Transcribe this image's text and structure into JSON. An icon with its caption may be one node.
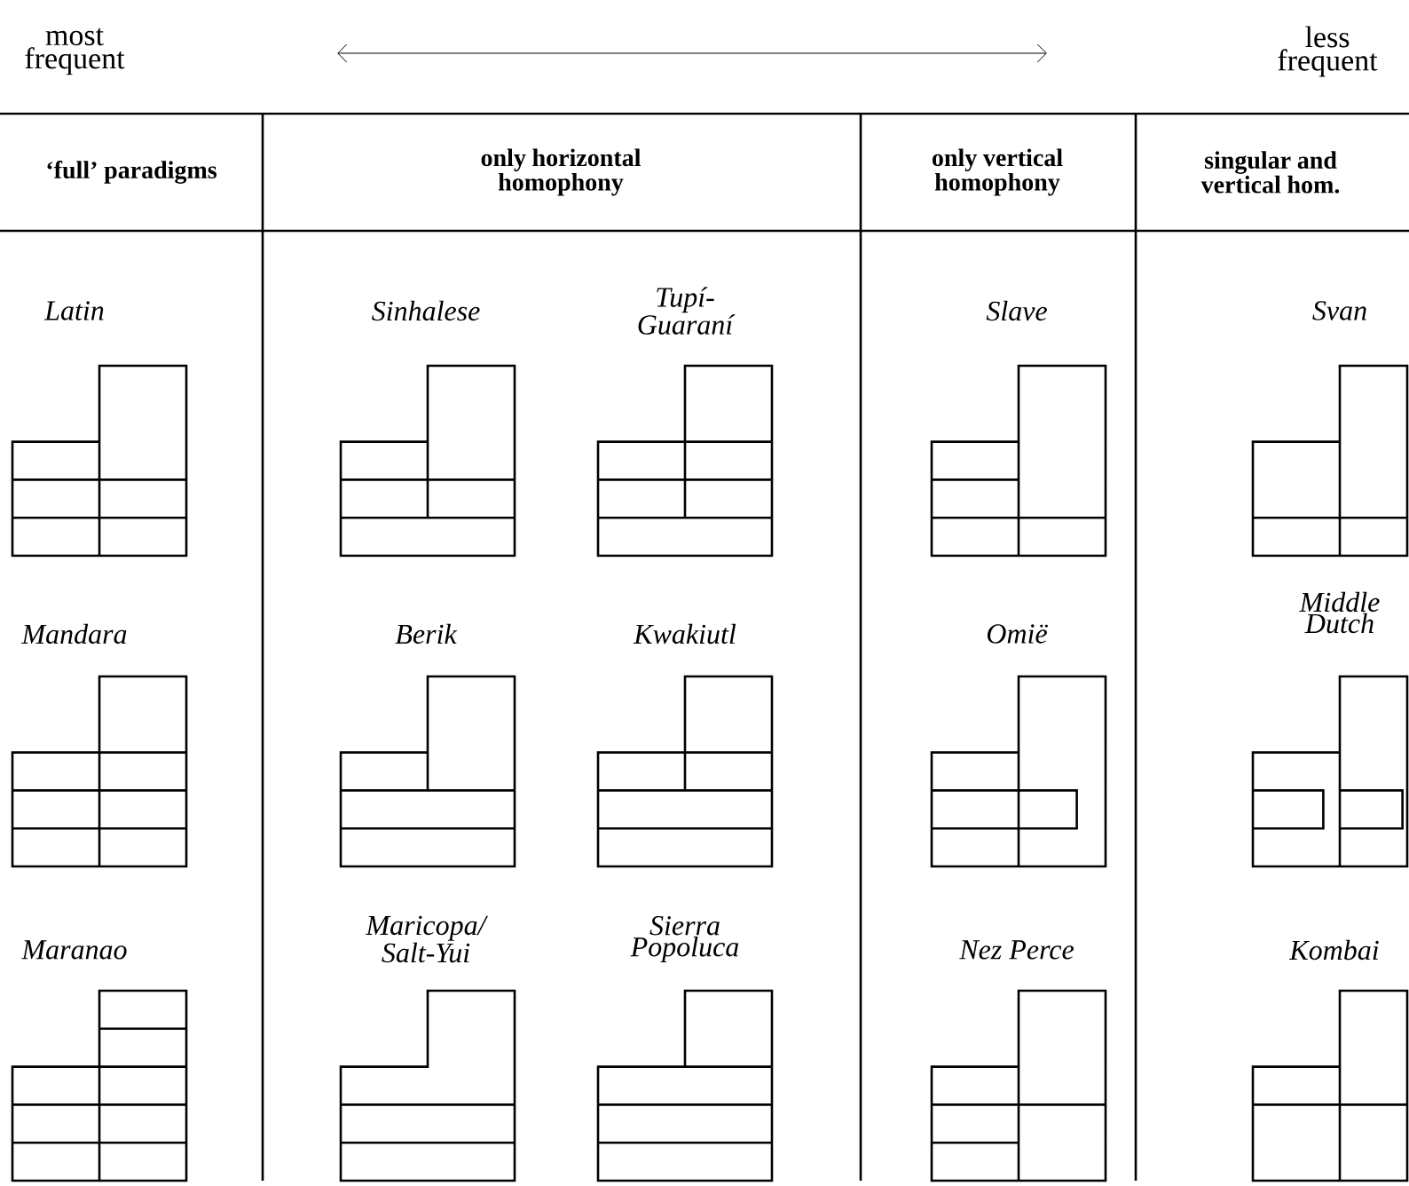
{
  "diagram": {
    "labels": [
      "most frequent",
      "less frequent",
      "‘full’ paradigms",
      "only horizontal homophony",
      "only vertical homophony",
      "singular and vertical hom.",
      "Latin",
      "Sinhalese",
      "Tupí-Guaraní",
      "Slave",
      "Svan",
      "Mandara",
      "Berik",
      "Kwakiutl",
      "Omië",
      "Middle Dutch",
      "Maranao",
      "Maricopa/ Salt-Yui",
      "Sierra Popoluca",
      "Nez Perce",
      "Kombai"
    ]
  }
}
